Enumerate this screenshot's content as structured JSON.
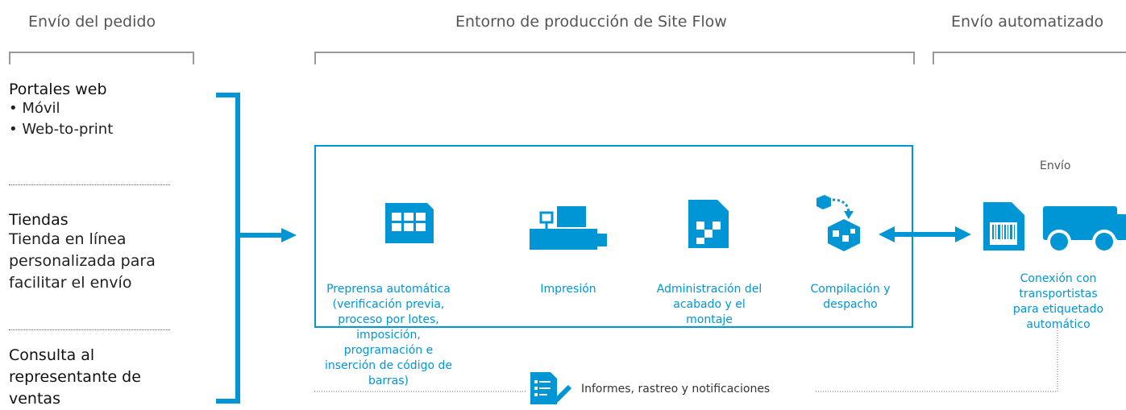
{
  "headers": {
    "order": "Envío del pedido",
    "production": "Entorno de producción de Site Flow",
    "shipping": "Envío automatizado"
  },
  "left": {
    "web": {
      "title": "Portales web",
      "items": [
        "• Móvil",
        "• Web-to-print"
      ]
    },
    "stores": {
      "title": "Tiendas",
      "body": "Tienda en línea personalizada para facilitar el envío"
    },
    "rep": {
      "title": "Consulta al representante de ventas"
    }
  },
  "steps": {
    "prepress": {
      "title": "Preprensa automática",
      "detail": "(verificación previa, proceso por lotes, imposición, programación e inserción de código de barras)",
      "icon": "spreadsheet-icon"
    },
    "print": {
      "title": "Impresión",
      "icon": "printer-icon"
    },
    "finish": {
      "title": "Administración del acabado y el montaje",
      "icon": "document-assembly-icon"
    },
    "dispatch": {
      "title": "Compilación y despacho",
      "icon": "boxes-icon"
    }
  },
  "shipping": {
    "label": "Envío",
    "carrier": "Conexión con transportistas para etiquetado automático",
    "icons": [
      "barcode-label-icon",
      "truck-icon"
    ]
  },
  "reports": {
    "label": "Informes, rastreo y notificaciones",
    "icon": "report-checklist-icon"
  },
  "colors": {
    "accent": "#0096d6",
    "bracket": "#999999",
    "text": "#111111"
  }
}
